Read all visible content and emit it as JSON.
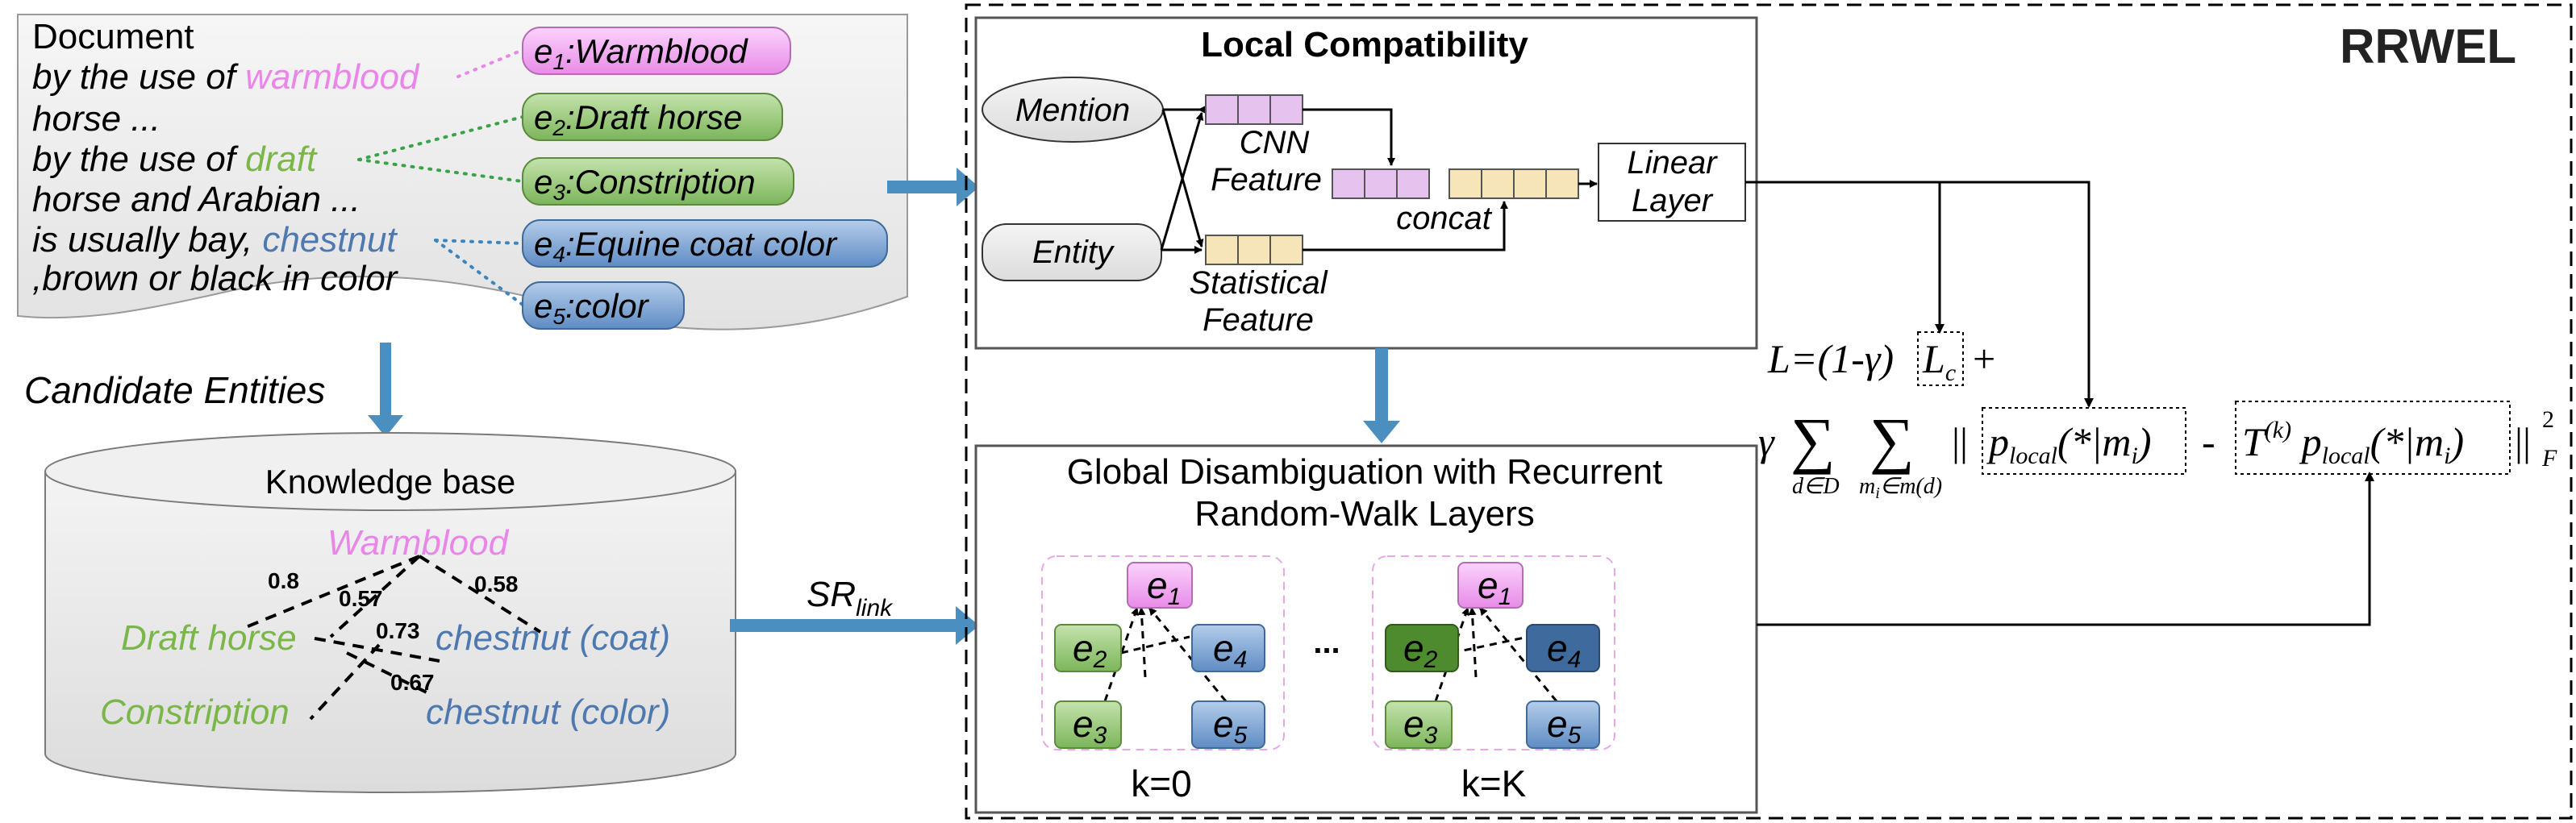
{
  "document": {
    "heading": "Document",
    "lines": [
      {
        "pre": "by the use of ",
        "term": "warmblood",
        "post": ""
      },
      {
        "pre": "horse ...",
        "term": "",
        "post": ""
      },
      {
        "pre": "by the use of ",
        "term": "draft",
        "post": ""
      },
      {
        "pre": "horse and Arabian ...",
        "term": "",
        "post": ""
      },
      {
        "pre": "is usually bay, ",
        "term": "chestnut",
        "post": ""
      },
      {
        "pre": ",brown or black in color",
        "term": "",
        "post": ""
      }
    ]
  },
  "candidates": [
    {
      "e": "e",
      "sub": "1",
      "label": ":Warmblood",
      "color": "#f2a0f2"
    },
    {
      "e": "e",
      "sub": "2",
      "label": ":Draft horse",
      "color": "#8fc46e"
    },
    {
      "e": "e",
      "sub": "3",
      "label": ":Constription",
      "color": "#8fc46e"
    },
    {
      "e": "e",
      "sub": "4",
      "label": ":Equine coat color",
      "color": "#6f9bd0"
    },
    {
      "e": "e",
      "sub": "5",
      "label": ":color",
      "color": "#6f9bd0"
    }
  ],
  "candidate_entities_label": "Candidate Entities",
  "knowledge_base": {
    "title": "Knowledge base",
    "nodes": {
      "warmblood": "Warmblood",
      "draft": "Draft horse",
      "chest_coat": "chestnut (coat)",
      "constription": "Constription",
      "chest_color": "chestnut (color)"
    },
    "weights": [
      "0.8",
      "0.57",
      "0.58",
      "0.73",
      "0.67"
    ]
  },
  "sr_link": {
    "main": "SR",
    "sub": "link"
  },
  "rrwel_label": "RRWEL",
  "local": {
    "title": "Local Compatibility",
    "mention": "Mention",
    "entity": "Entity",
    "cnn_line1": "CNN",
    "cnn_line2": "Feature",
    "concat": "concat",
    "stat_line1": "Statistical",
    "stat_line2": "Feature",
    "linear_line1": "Linear",
    "linear_line2": "Layer"
  },
  "global": {
    "title_line1": "Global Disambiguation with Recurrent",
    "title_line2": "Random-Walk Layers",
    "ellipsis": "...",
    "k0": "k=0",
    "kK": "k=K",
    "node_e": "e",
    "subs": [
      "1",
      "2",
      "4",
      "3",
      "5"
    ]
  },
  "formula": {
    "line1_a": "L=(1-γ)",
    "lc": "L",
    "lc_sub": "c",
    "line1_plus": "+",
    "gamma": "γ",
    "sigma": "∑",
    "sum1_sub": "d∈D",
    "sum2_sub": "m",
    "sum2_sub_i": "i",
    "sum2_sub_rest": "∈m(d)",
    "norm_open": "||",
    "p_local": "p",
    "p_local_sub": "local",
    "arg": "(*|m",
    "arg_i": "i",
    "arg_close": ")",
    "minus": "-",
    "T": "T",
    "T_sup": "(k)",
    "norm_close": "||",
    "sup2": "2",
    "subF": "F"
  },
  "colors": {
    "pink": "#f2a0f2",
    "green": "#8fc46e",
    "dark_green": "#4e8a2e",
    "blue": "#6f9bd0",
    "dark_blue": "#3e6a9e",
    "arrow_blue": "#4a8fc0",
    "pink_text": "#e887e8",
    "green_text": "#7ab648",
    "blue_text": "#4e79b0"
  }
}
